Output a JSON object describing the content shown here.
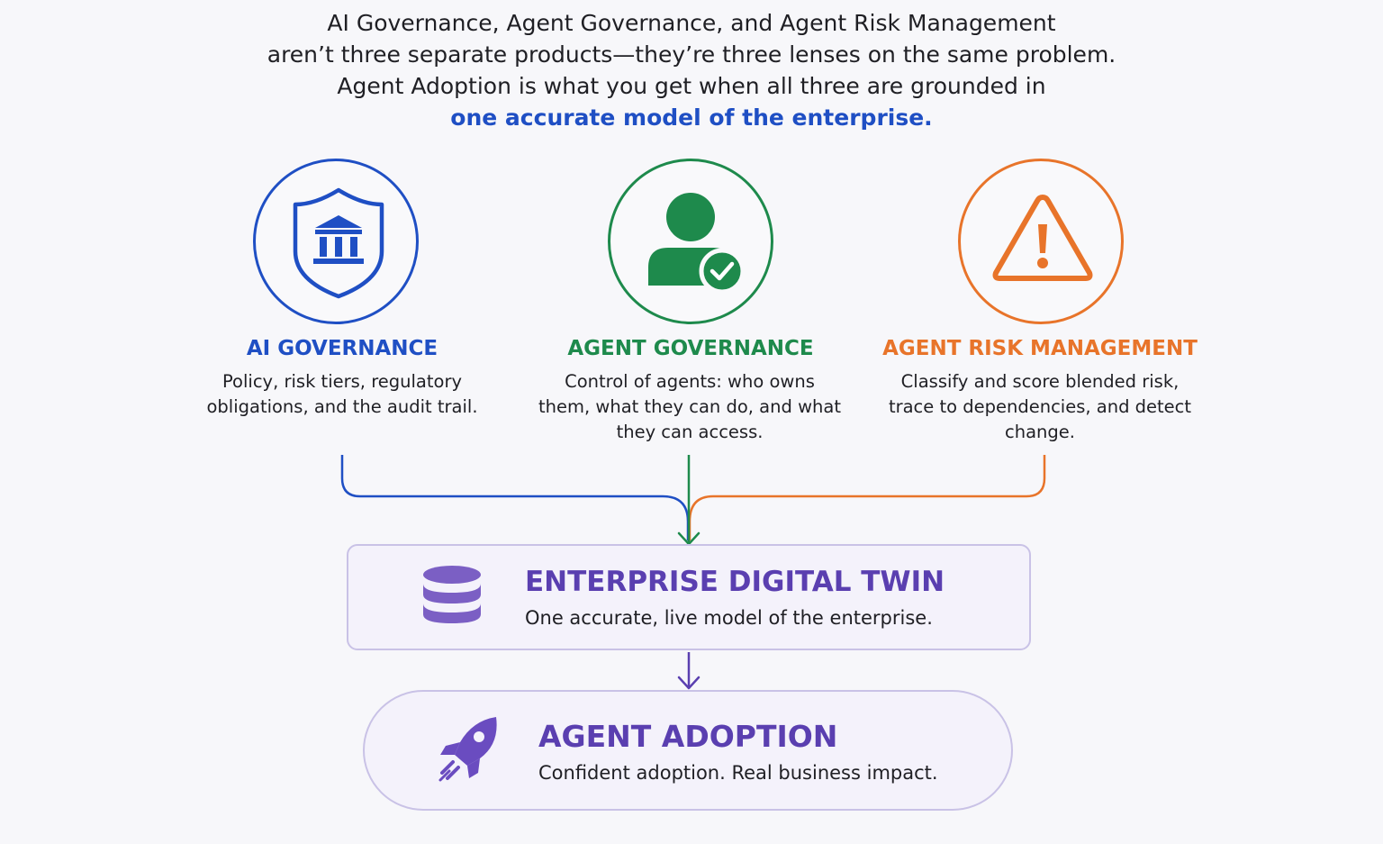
{
  "intro": {
    "line1": "AI Governance, Agent Governance, and Agent Risk Management",
    "line2": "aren’t three separate products—they’re three lenses on the same problem.",
    "line3": "Agent Adoption is what you get when all three are grounded in",
    "highlight": "one accurate model of the enterprise."
  },
  "pillars": [
    {
      "title": "AI GOVERNANCE",
      "description": "Policy, risk tiers, regulatory obligations, and the audit trail.",
      "icon": "shield-bank-icon",
      "color": "#1f4fc4"
    },
    {
      "title": "AGENT GOVERNANCE",
      "description": "Control of agents: who owns them, what they can do, and what they can access.",
      "icon": "user-check-icon",
      "color": "#1e8a4c"
    },
    {
      "title": "AGENT RISK MANAGEMENT",
      "description": "Classify and score blended risk, trace to dependencies, and detect change.",
      "icon": "warning-triangle-icon",
      "color": "#e8742a"
    }
  ],
  "twin": {
    "title": "ENTERPRISE DIGITAL TWIN",
    "subtitle": "One accurate, live model of the enterprise.",
    "icon": "database-icon",
    "color": "#5a3fb0"
  },
  "adoption": {
    "title": "AGENT ADOPTION",
    "subtitle": "Confident adoption. Real business impact.",
    "icon": "rocket-icon",
    "color": "#5a3fb0"
  }
}
